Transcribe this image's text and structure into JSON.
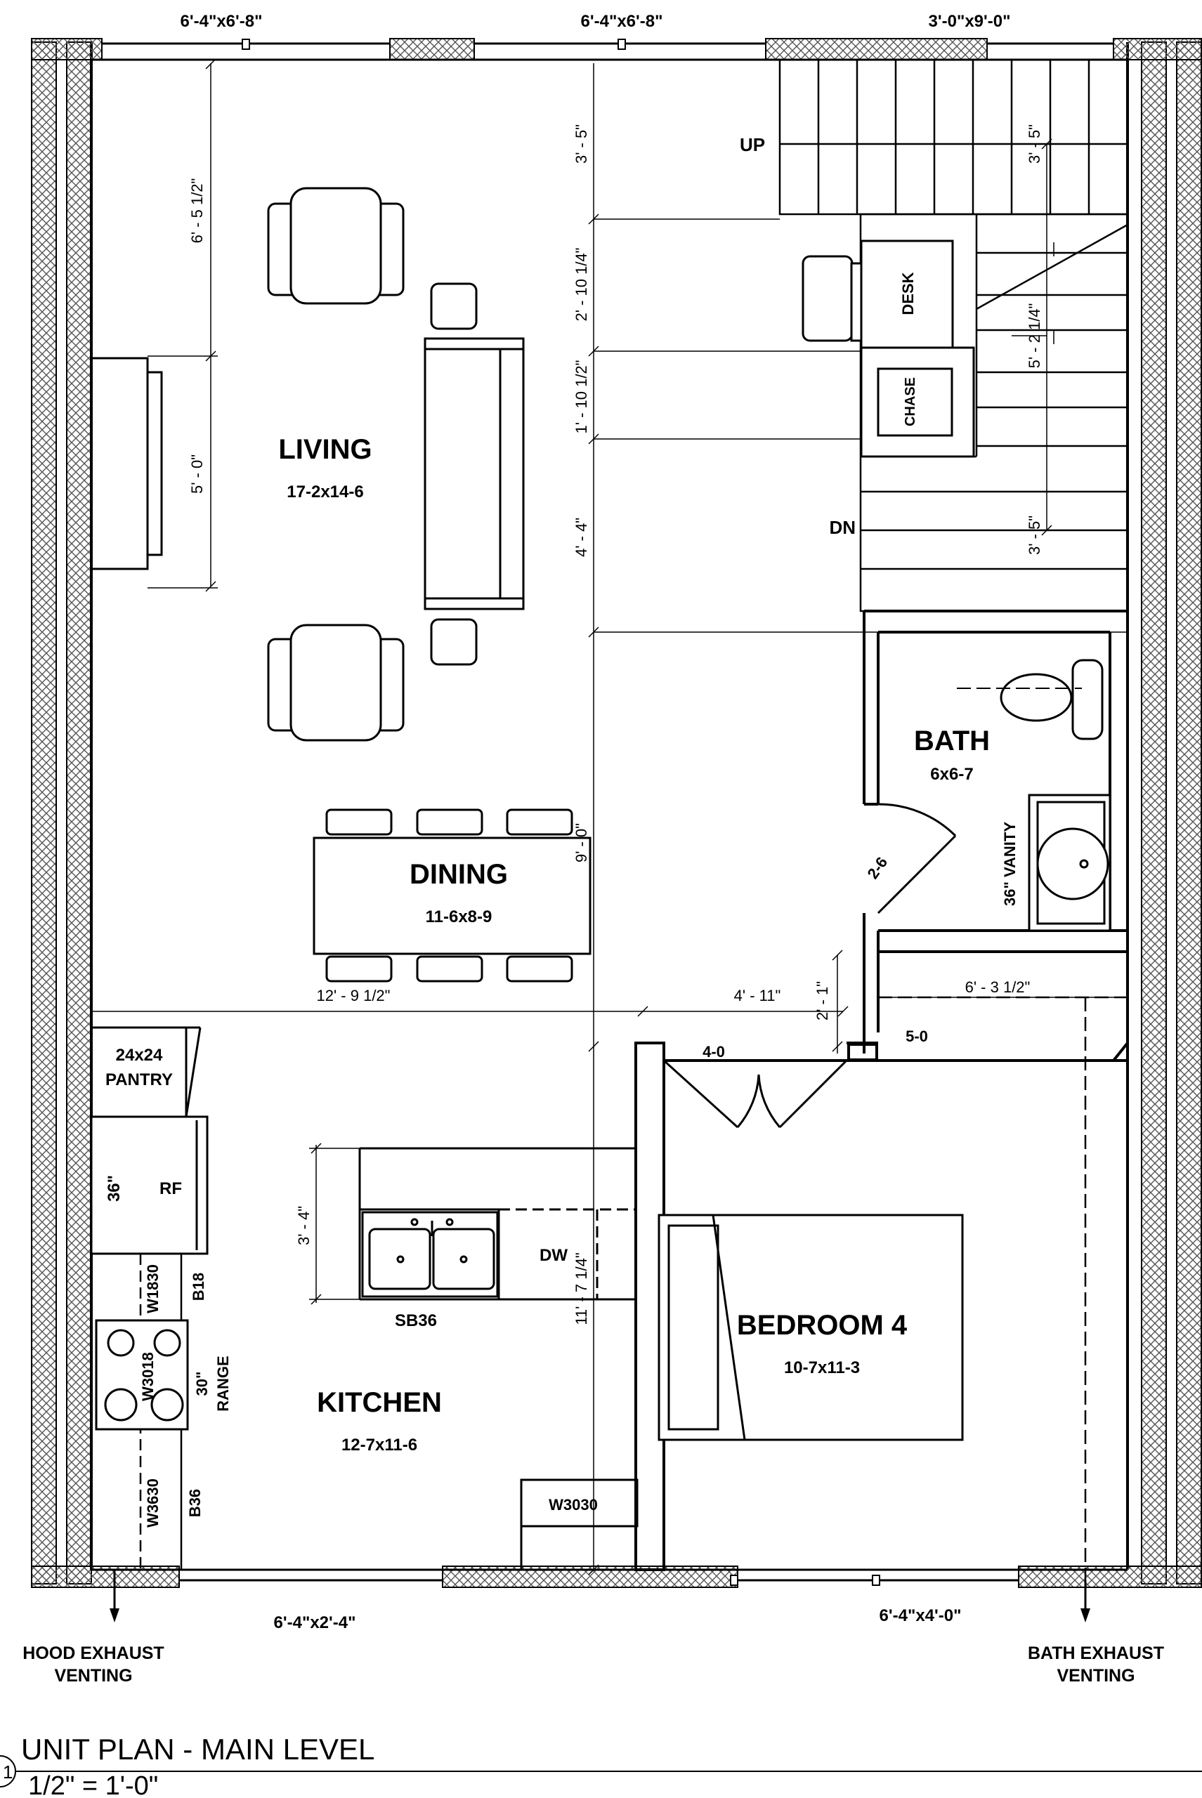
{
  "title": "UNIT PLAN - MAIN LEVEL",
  "scale": "1/2\" = 1'-0\"",
  "view_number": "1",
  "rooms": {
    "living": {
      "name": "LIVING",
      "size": "17-2x14-6"
    },
    "dining": {
      "name": "DINING",
      "size": "11-6x8-9"
    },
    "kitchen": {
      "name": "KITCHEN",
      "size": "12-7x11-6"
    },
    "bath": {
      "name": "BATH",
      "size": "6x6-7"
    },
    "bedroom": {
      "name": "BEDROOM 4",
      "size": "10-7x11-3"
    }
  },
  "windows": {
    "top_left": "6'-4\"x6'-8\"",
    "top_mid": "6'-4\"x6'-8\"",
    "top_right": "3'-0\"x9'-0\"",
    "bottom_left": "6'-4\"x2'-4\"",
    "bottom_right": "6'-4\"x4'-0\""
  },
  "venting": {
    "hood": [
      "HOOD EXHAUST",
      "VENTING"
    ],
    "bath": [
      "BATH EXHAUST",
      "VENTING"
    ]
  },
  "labels": {
    "stair_up": "UP",
    "stair_dn": "DN",
    "desk": "DESK",
    "chase": "CHASE",
    "vanity": "36\" VANITY",
    "pantry": [
      "24x24",
      "PANTRY"
    ],
    "fridge_width": "36\"",
    "fridge": "RF",
    "dishwasher": "DW",
    "sink": "SB36",
    "b18": "B18",
    "w1830": "W1830",
    "w3018": "W3018",
    "range": [
      "30\"",
      "RANGE"
    ],
    "w3630": "W3630",
    "b36": "B36",
    "w3030": "W3030",
    "bath_door": "2-6",
    "bed_door": "4-0",
    "closet_door": "5-0"
  },
  "dimensions": {
    "d1": "6' - 5 1/2\"",
    "d2": "5' - 0\"",
    "d3": "3' - 5\"",
    "d4": "2' - 10 1/4\"",
    "d5": "1' - 10 1/2\"",
    "d6": "4' - 4\"",
    "d7": "9' - 0\"",
    "d8": "12' - 9 1/2\"",
    "d9": "4' - 11\"",
    "d10": "2' - 1\"",
    "d11": "6' - 3 1/2\"",
    "d12": "3' - 5\"",
    "d13": "5' - 2 1/4\"",
    "d14": "3' - 5\"",
    "d15": "3' - 4\"",
    "d16": "11' - 7 1/4\""
  }
}
